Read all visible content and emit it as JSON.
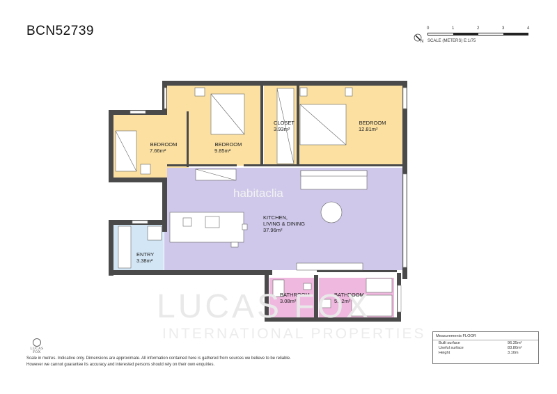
{
  "reference": "BCN52739",
  "scale": {
    "ticks": [
      "0",
      "1",
      "2",
      "3",
      "4"
    ],
    "label": "SCALE (METERS) E:1/75",
    "north": "N"
  },
  "rooms": [
    {
      "id": "bedroom1",
      "name": "BEDROOM",
      "area": "7.66m²",
      "color": "#fbe0a1"
    },
    {
      "id": "bedroom2",
      "name": "BEDROOM",
      "area": "9.85m²",
      "color": "#fbe0a1"
    },
    {
      "id": "closet",
      "name": "CLOSET",
      "area": "3.93m²",
      "color": "#fbe0a1"
    },
    {
      "id": "bedroom3",
      "name": "BEDROOM",
      "area": "12.81m²",
      "color": "#fbe0a1"
    },
    {
      "id": "kitchen",
      "name": "KITCHEN,\nLIVING & DINING",
      "area": "37.96m²",
      "color": "#cfc8ea"
    },
    {
      "id": "entry",
      "name": "ENTRY",
      "area": "3.38m²",
      "color": "#d3e6f5"
    },
    {
      "id": "bath1",
      "name": "BATHROOM",
      "area": "3.08m²",
      "color": "#efb8df"
    },
    {
      "id": "bath2",
      "name": "BATHROOM",
      "area": "5.12m²",
      "color": "#efb8df"
    }
  ],
  "watermarks": {
    "portal": "habitaclia",
    "brand": "LUCAS FOX",
    "tagline": "INTERNATIONAL PROPERTIES"
  },
  "measurements": {
    "title": "Measurements FLOOR",
    "rows": [
      {
        "label": "Built surface",
        "value": "96.35m²"
      },
      {
        "label": "Useful surface",
        "value": "83.80m²"
      },
      {
        "label": "Height",
        "value": "3.10m"
      }
    ]
  },
  "logo": {
    "text": "LUCAS FOX"
  },
  "disclaimer": {
    "line1": "Scale in metres. Indicative only. Dimensions are approximate. All information contained here is gathered from sources we believe to be reliable.",
    "line2": "However we cannot guarantee its accuracy and interested persons should rely on their own enquiries."
  }
}
